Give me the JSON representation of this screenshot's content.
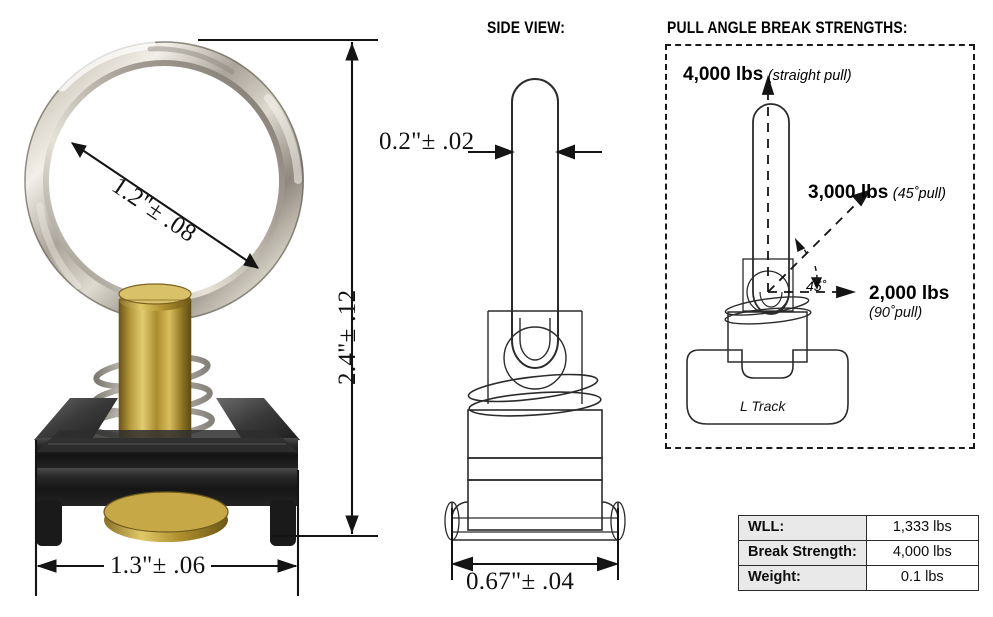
{
  "headings": {
    "side_view": "SIDE VIEW:",
    "pull_angle": "PULL ANGLE BREAK STRENGTHS:"
  },
  "dimensions": {
    "ring_diameter": "1.2\"± .08",
    "overall_height": "2.4\"± .12",
    "overall_width": "1.3\"± .06",
    "ring_thickness": "0.2\"± .02",
    "base_width": "0.67\"± .04"
  },
  "pull_angles": {
    "straight": {
      "value": "4,000 lbs",
      "note": "(straight pull)"
    },
    "angled": {
      "value": "3,000 lbs",
      "note": "(45˚pull)"
    },
    "side": {
      "value": "2,000 lbs",
      "note": "(90˚pull)"
    },
    "angle_marker": "45˚",
    "track_label": "L Track"
  },
  "spec_table": {
    "rows": [
      {
        "label": "WLL:",
        "value": "1,333 lbs"
      },
      {
        "label": "Break Strength:",
        "value": "4,000 lbs"
      },
      {
        "label": "Weight:",
        "value": "0.1 lbs"
      }
    ]
  },
  "colors": {
    "ink": "#111111",
    "table_header_bg": "#e9e9e9",
    "ring_metal": "#b9b4a8",
    "brass": "#b39433",
    "black_fitting": "#1c1c1c"
  }
}
